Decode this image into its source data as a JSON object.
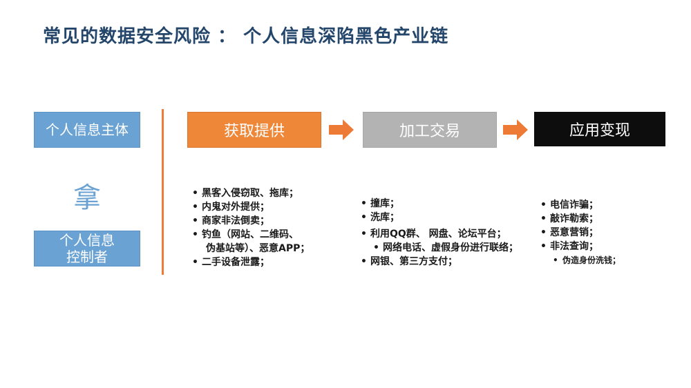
{
  "title": "常见的数据安全风险 ： 个人信息深陷黑色产业链",
  "left": {
    "subject": "个人信息主体",
    "take": "拿",
    "controller_line1": "个人信息",
    "controller_line2": "控制者"
  },
  "stages": [
    {
      "label": "获取提供",
      "color": "#ef8739"
    },
    {
      "label": "加工交易",
      "color": "#b3b3b3"
    },
    {
      "label": "应用变现",
      "color": "#0d0d0d"
    }
  ],
  "arrow_color": "#ee7b35",
  "lists": {
    "acquire": [
      "黑客入侵窃取、拖库；",
      "内鬼对外提供；",
      "商家非法倒卖；",
      "钓鱼（网站、二维码、",
      "伪基站等）、恶意APP；",
      "二手设备泄露；"
    ],
    "process": [
      "撞库；",
      "洗库；",
      "利用QQ群、 网盘、论坛平台；",
      "网络电话、虚假身份进行联络；",
      "网银、第三方支付；"
    ],
    "monetize": [
      "电信诈骗；",
      "敲诈勒索；",
      "恶意营销；",
      "非法查询；",
      "伪造身份洗钱；"
    ]
  }
}
